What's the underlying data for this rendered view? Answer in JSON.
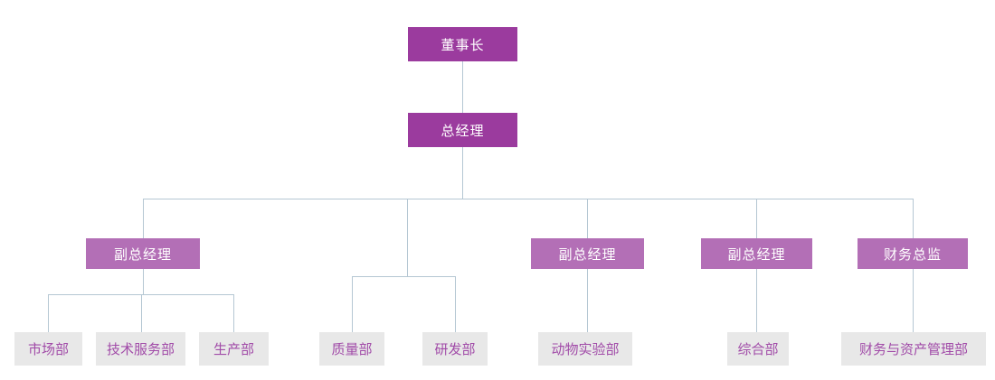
{
  "chart": {
    "title": "company-org-chart",
    "nodes": {
      "chairman": {
        "label": "董事长",
        "level": 1
      },
      "general_manager": {
        "label": "总经理",
        "level": 2
      },
      "deputy_gm_1": {
        "label": "副总经理",
        "level": 3
      },
      "deputy_gm_2": {
        "label": "副总经理",
        "level": 3
      },
      "deputy_gm_3": {
        "label": "副总经理",
        "level": 3
      },
      "finance_director": {
        "label": "财务总监",
        "level": 3
      },
      "marketing_dept": {
        "label": "市场部",
        "level": 4
      },
      "tech_service_dept": {
        "label": "技术服务部",
        "level": 4
      },
      "production_dept": {
        "label": "生产部",
        "level": 4
      },
      "quality_dept": {
        "label": "质量部",
        "level": 4
      },
      "rd_dept": {
        "label": "研发部",
        "level": 4
      },
      "animal_lab_dept": {
        "label": "动物实验部",
        "level": 4
      },
      "general_affairs_dept": {
        "label": "综合部",
        "level": 4
      },
      "finance_asset_dept": {
        "label": "财务与资产管理部",
        "level": 4
      }
    },
    "edges": [
      {
        "from": "chairman",
        "to": "general_manager"
      },
      {
        "from": "general_manager",
        "to": "deputy_gm_1"
      },
      {
        "from": "general_manager",
        "to": "quality_dept"
      },
      {
        "from": "general_manager",
        "to": "rd_dept"
      },
      {
        "from": "general_manager",
        "to": "deputy_gm_2"
      },
      {
        "from": "general_manager",
        "to": "deputy_gm_3"
      },
      {
        "from": "general_manager",
        "to": "finance_director"
      },
      {
        "from": "deputy_gm_1",
        "to": "marketing_dept"
      },
      {
        "from": "deputy_gm_1",
        "to": "tech_service_dept"
      },
      {
        "from": "deputy_gm_1",
        "to": "production_dept"
      },
      {
        "from": "deputy_gm_2",
        "to": "animal_lab_dept"
      },
      {
        "from": "deputy_gm_3",
        "to": "general_affairs_dept"
      },
      {
        "from": "finance_director",
        "to": "finance_asset_dept"
      }
    ],
    "colors": {
      "executive_box": "#9B3B9E",
      "executive_text": "#FFFFFF",
      "manager_box": "#B36FB6",
      "manager_text": "#FFFFFF",
      "dept_box": "#E8E8E8",
      "dept_text": "#A14BA8",
      "connector": "#B5C7D3",
      "background": "#FFFFFF"
    }
  }
}
